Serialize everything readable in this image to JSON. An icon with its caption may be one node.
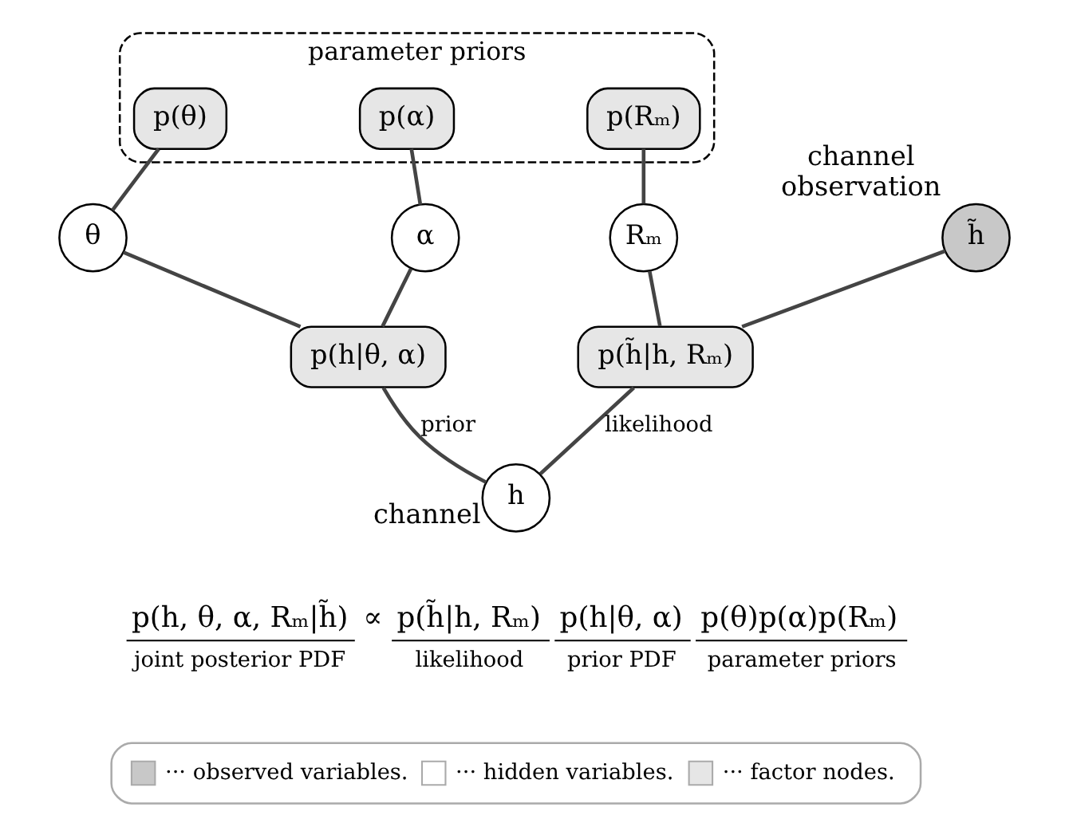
{
  "diagram": {
    "nodes": [
      {
        "text": [
          "parameter priors"
        ]
      },
      {
        "text": [
          "p(θ)"
        ],
        "in": 0
      },
      {
        "text": [
          "p(α)"
        ],
        "in": 0
      },
      {
        "text": [
          "p(Rₘ)"
        ],
        "in": 0
      },
      {
        "text": [
          "θ"
        ]
      },
      {
        "text": [
          "α"
        ]
      },
      {
        "text": [
          "h̃"
        ],
        "beside": [
          "channel observation"
        ]
      },
      {
        "text": [
          "Rₘ"
        ]
      },
      {
        "text": [
          "p(h|θ, α)"
        ]
      },
      {
        "text": [
          "p(h̃|h, Rₘ)"
        ]
      },
      {
        "text": [
          "h"
        ],
        "beside": [
          "channel"
        ]
      }
    ],
    "edges": [
      {
        "from": 1,
        "to": 4,
        "arrow": "none"
      },
      {
        "from": 2,
        "to": 5,
        "arrow": "none"
      },
      {
        "from": 3,
        "to": 7,
        "arrow": "none"
      },
      {
        "from": 4,
        "to": 8,
        "arrow": "none"
      },
      {
        "from": 5,
        "to": 8,
        "arrow": "none"
      },
      {
        "from": 6,
        "to": 9,
        "arrow": "none"
      },
      {
        "from": 7,
        "to": 9,
        "arrow": "none"
      },
      {
        "from": 8,
        "to": 10,
        "arrow": "none",
        "label": "prior"
      },
      {
        "from": 9,
        "to": 10,
        "arrow": "none",
        "label": "likelihood"
      }
    ],
    "labels": [
      "p(h, θ, α, Rₘ|h̃)",
      "∝",
      "p(h̃|h, Rₘ)",
      "p(h|θ, α)",
      "p(θ)p(α)p(Rₘ)",
      "joint posterior PDF",
      "likelihood",
      "prior PDF",
      "parameter priors"
    ],
    "legend": [
      {
        "text": "··· observed variables."
      },
      {
        "text": "··· hidden variables."
      },
      {
        "text": "··· factor nodes."
      }
    ]
  }
}
